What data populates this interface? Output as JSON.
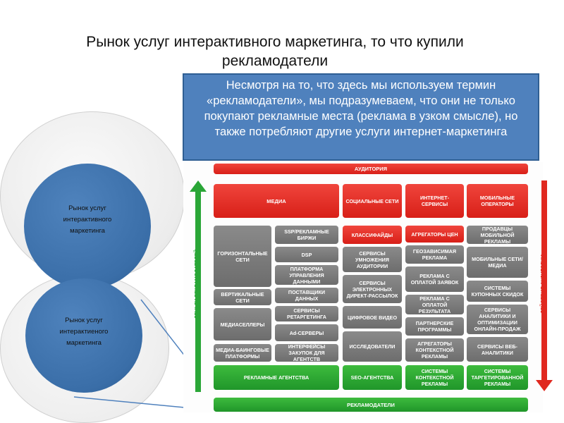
{
  "slide": {
    "title": "Рынок услуг интерактивного маркетинга, то что купили рекламодатели",
    "callout": "Несмотря на то, что здесь мы используем термин «рекламодатели», мы подразумеваем, что они не только покупают рекламные места (реклама в узком смысле), но также потребляют другие услуги интернет-маркетинга",
    "circle_top": "Рынок услуг интерактивного маркетинга",
    "circle_bottom": "Рынок услуг интерактиеного маркетинга"
  },
  "diagram": {
    "audience_bar": "АУДИТОРИЯ",
    "advertisers_bar": "РЕКЛАМОДАТЕЛИ",
    "left_arrow_label": "ДЕНЬГИ РЕКЛАМОДАТЕЛЕЙ",
    "right_arrow_label": "ДЕЙСТВИЯ АУДИТОРИИ",
    "headers": {
      "media": "МЕДИА",
      "social": "СОЦИАЛЬНЫЕ СЕТИ",
      "internet_services": "ИНТЕРНЕТ-СЕРВИСЫ",
      "mobile": "МОБИЛЬНЫЕ ОПЕРАТОРЫ"
    },
    "media_left": {
      "horizontal": "ГОРИЗОНТАЛЬНЫЕ СЕТИ",
      "vertical": "ВЕРТИКАЛЬНЫЕ СЕТИ",
      "media_sellers": "МЕДИАСЕЛЛЕРЫ",
      "media_buying": "МЕДИА-БАИНГОВЫЕ ПЛАТФОРМЫ"
    },
    "media_right": {
      "ssp": "SSP/РЕКЛАМНЫЕ БИРЖИ",
      "dsp": "DSP",
      "dmp": "ПЛАТФОРМА УПРАВЛЕНИЯ ДАННЫМИ",
      "data_suppliers": "ПОСТАВЩИКИ ДАННЫХ",
      "retargeting": "СЕРВИСЫ РЕТАРГЕТИНГА",
      "ad_servers": "Ad-СЕРВЕРЫ",
      "purchase_interfaces": "ИНТЕРФЕЙСЫ ЗАКУПОК ДЛЯ АГЕНТСТВ"
    },
    "social": {
      "classifieds": "КЛАССИФАЙДЫ",
      "audience_services": "СЕРВИСЫ УМНОЖЕНИЯ АУДИТОРИИ",
      "email_services": "СЕРВИСЫ ЭЛЕКТРОННЫХ ДИРЕКТ-РАССЫЛОК",
      "digital_video": "ЦИФРОВОЕ ВИДЕО",
      "researchers": "ИССЛЕДОВАТЕЛИ"
    },
    "internet_services": {
      "price_aggregators": "АГРЕГАТОРЫ ЦЕН",
      "geo_ads": "ГЕОЗАВИСИМАЯ РЕКЛАМА",
      "pay_per_lead": "РЕКЛАМА С ОПЛАТОЙ ЗАЯВОК",
      "pay_per_result": "РЕКЛАМА С ОПЛАТОЙ РЕЗУЛЬТАТА",
      "affiliate": "ПАРТНЕРСКИЕ ПРОГРАММЫ",
      "content_aggregators": "АГРЕГАТОРЫ КОНТЕКСТНОЙ РЕКЛАМЫ"
    },
    "mobile": {
      "mobile_sellers": "ПРОДАВЦЫ МОБИЛЬНОЙ РЕКЛАМЫ",
      "mobile_networks": "МОБИЛЬНЫЕ СЕТИ/ МЕДИА",
      "coupon_systems": "СИСТЕМЫ КУПОННЫХ СКИДОК",
      "analytics_services": "СЕРВИСЫ АНАЛИТИКИ И ОПТИМИЗАЦИИ ОНЛАЙН-ПРОДАЖ",
      "web_analytics": "СЕРВИСЫ ВЕБ-АНАЛИТИКИ"
    },
    "bottom": {
      "ad_agencies": "РЕКЛАМНЫЕ АГЕНТСТВА",
      "seo": "SEO-АГЕНТСТВА",
      "context_systems": "СИСТЕМЫ КОНТЕКСТНОЙ РЕКЛАМЫ",
      "targeting_systems": "СИСТЕМЫ ТАРГЕТИРОВАННОЙ РЕКЛАМЫ"
    }
  },
  "colors": {
    "red": "#e0281f",
    "green": "#2aa637",
    "gray": "#7b7b7b",
    "blue": "#4f81bd"
  }
}
